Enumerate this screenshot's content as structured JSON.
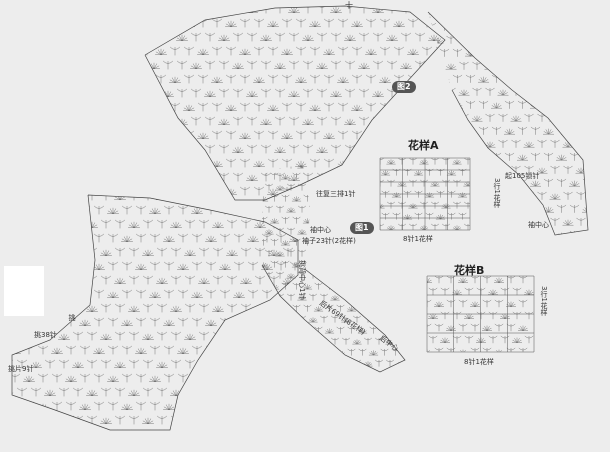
{
  "diagram": {
    "top_mark": "十",
    "fig_badge_top": "图2",
    "fig_badge_mid": "图1",
    "pattern_a": {
      "title": "花样A",
      "side_label": "3行1花样",
      "bottom_label": "8针1花样"
    },
    "pattern_b": {
      "title": "花样B",
      "side_label": "3行1花样",
      "bottom_label": "8针1花样"
    },
    "labels": {
      "start_right": "起105锁针",
      "sleeve_center_right": "袖中心",
      "back_three_rows": "往复三排1针",
      "sleeve_center_left": "袖中心",
      "sleeve_rows": "袖子23针(2花样)",
      "back_center_rows": "挑背中心1针",
      "back_piece": "后片69针(8花样)",
      "back_center": "后中心",
      "left_rows": "挑38针",
      "left_edge": "挑",
      "left_bottom": "挑片9针"
    }
  }
}
